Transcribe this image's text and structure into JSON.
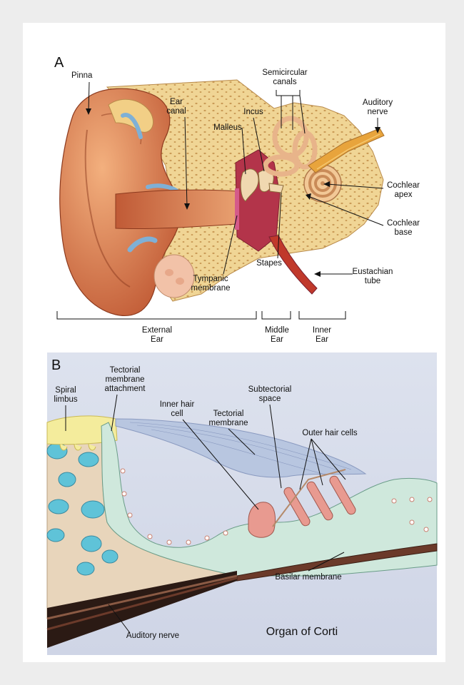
{
  "panel_a": {
    "letter": "A",
    "labels": {
      "pinna": "Pinna",
      "ear_canal_1": "Ear",
      "ear_canal_2": "canal",
      "semicircular_1": "Semicircular",
      "semicircular_2": "canals",
      "incus": "Incus",
      "malleus": "Malleus",
      "auditory_nerve_1": "Auditory",
      "auditory_nerve_2": "nerve",
      "cochlear_apex_1": "Cochlear",
      "cochlear_apex_2": "apex",
      "cochlear_base_1": "Cochlear",
      "cochlear_base_2": "base",
      "stapes": "Stapes",
      "tympanic_1": "Tympanic",
      "tympanic_2": "membrane",
      "eustachian_1": "Eustachian",
      "eustachian_2": "tube"
    },
    "regions": {
      "external_1": "External",
      "external_2": "Ear",
      "middle_1": "Middle",
      "middle_2": "Ear",
      "inner_1": "Inner",
      "inner_2": "Ear"
    }
  },
  "panel_b": {
    "letter": "B",
    "title": "Organ of Corti",
    "labels": {
      "spiral_1": "Spiral",
      "spiral_2": "limbus",
      "tect_attach_1": "Tectorial",
      "tect_attach_2": "membrane",
      "tect_attach_3": "attachment",
      "inner_hair_1": "Inner hair",
      "inner_hair_2": "cell",
      "tectorial_1": "Tectorial",
      "tectorial_2": "membrane",
      "subtectorial_1": "Subtectorial",
      "subtectorial_2": "space",
      "outer_hair": "Outer hair cells",
      "basilar": "Basilar membrane",
      "auditory_nerve": "Auditory nerve"
    }
  },
  "colors": {
    "skin": "#d9784a",
    "bone": "#f2d79a",
    "canal_blue": "#7fb0d6",
    "middle_ear": "#b3344a",
    "background_b": "#dfe3ef",
    "cell_green": "#cfe8dc",
    "limbus_yellow": "#f4ec9c",
    "spots_blue": "#5fc3d8",
    "nerve_dark": "#2b1a14"
  }
}
